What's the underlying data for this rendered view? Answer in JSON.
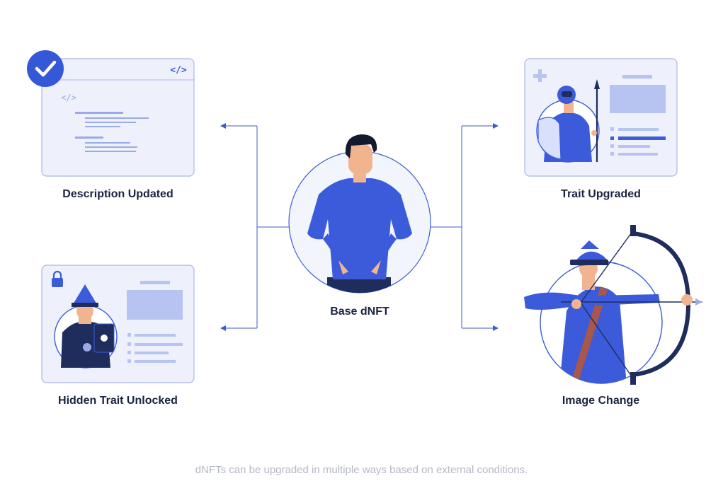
{
  "center": {
    "label": "Base dNFT"
  },
  "cards": {
    "description": {
      "label": "Description Updated",
      "code_glyph": "</>",
      "status_icon": "check-icon"
    },
    "hidden_trait": {
      "label": "Hidden Trait Unlocked",
      "status_icon": "lock-icon"
    },
    "trait_upgrade": {
      "label": "Trait Upgraded",
      "status_icon": "plus-icon"
    },
    "image_change": {
      "label": "Image Change"
    }
  },
  "caption": "dNFTs can be upgraded in multiple ways based on external conditions.",
  "colors": {
    "accent": "#3b5bdb",
    "navy": "#1f2d5c",
    "card_bg": "#eef1fc",
    "card_border": "#a9b6ec",
    "line": "#3d5cc7",
    "pale": "#b7c4f2",
    "skin": "#f2b48e"
  }
}
